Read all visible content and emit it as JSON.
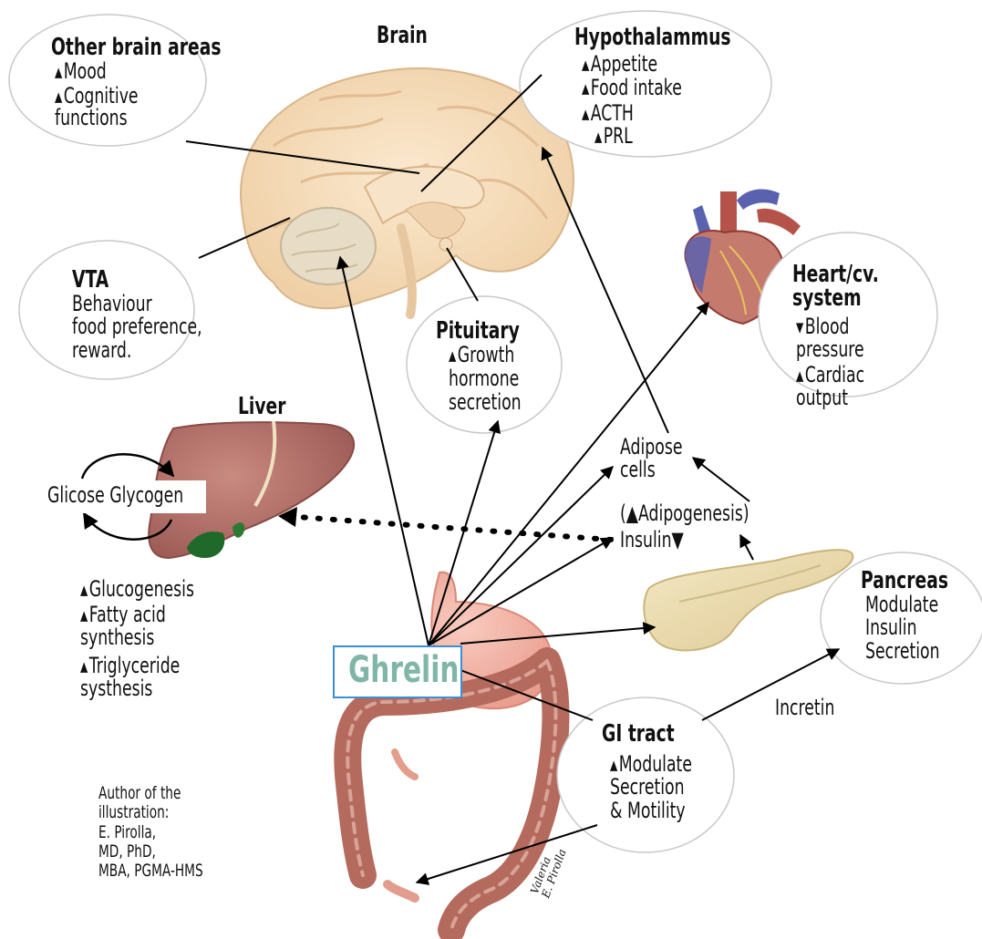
{
  "diagram": {
    "ghrelin": "Ghrelin",
    "brain": {
      "title": "Brain"
    },
    "other_brain_areas": {
      "title": "Other brain areas",
      "items": [
        "Mood",
        "Cognitive\nfunctions"
      ]
    },
    "hypothalamus": {
      "title": "Hypothalammus",
      "items": [
        "Appetite",
        "Food intake",
        "ACTH",
        "PRL"
      ]
    },
    "vta": {
      "title": "VTA",
      "text": "Behaviour\nfood preference,\nreward."
    },
    "pituitary": {
      "title": "Pituitary",
      "items": [
        "Growth\nhormone\nsecretion"
      ]
    },
    "liver": {
      "title": "Liver",
      "cycle": "Glicose Glycogen",
      "items": [
        "Glucogenesis",
        "Fatty acid\nsynthesis",
        "Triglyceride\nsysthesis"
      ]
    },
    "heart": {
      "title": "Heart/cv.\nsystem",
      "items_down": [
        "Blood\npressure"
      ],
      "items_up": [
        "Cardiac\noutput"
      ]
    },
    "adipose": {
      "label": "Adipose\ncells",
      "adipogenesis": "(▲Adipogenesis)",
      "insulin": "Insulin▼"
    },
    "pancreas": {
      "title": "Pancreas",
      "text": "Modulate\nInsulin\nSecretion"
    },
    "incretin": "Incretin",
    "gi_tract": {
      "title": "GI tract",
      "items": [
        "Modulate\nSecretion\n& Motility"
      ]
    },
    "author": "Author of the\nillustration:\nE. Pirolla,\nMD, PhD,\nMBA, PGMA-HMS",
    "signature": "Valeria\nE. Pirolla",
    "colors": {
      "ghrelin_text": "#7fb6a8",
      "ghrelin_border": "#3b8fd6",
      "brain": "#f4d9b6",
      "liver": "#b6706a",
      "gallbladder": "#1f6a2a",
      "stomach": "#f2b1a3",
      "intestine": "#b56a5e",
      "pancreas": "#ecdcae",
      "heart_red": "#b5534a",
      "heart_blue": "#5a62b0"
    },
    "triangle_up": "▲",
    "triangle_down": "▼"
  }
}
